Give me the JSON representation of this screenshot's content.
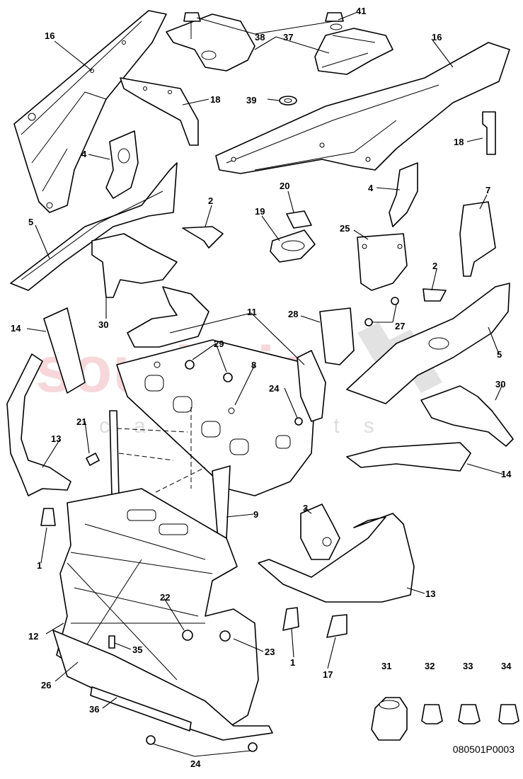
{
  "watermark": {
    "brand": "souderia",
    "sub": "car parts",
    "brand_color": "#e0717c"
  },
  "drawing_code": "080501P0003",
  "callouts": [
    "16",
    "38",
    "41",
    "37",
    "16",
    "18",
    "39",
    "18",
    "4",
    "20",
    "7",
    "2",
    "19",
    "25",
    "4",
    "5",
    "2",
    "30",
    "28",
    "27",
    "11",
    "14",
    "5",
    "29",
    "8",
    "30",
    "24",
    "21",
    "13",
    "14",
    "9",
    "3",
    "1",
    "13",
    "12",
    "22",
    "35",
    "23",
    "1",
    "17",
    "31",
    "32",
    "33",
    "34",
    "26",
    "36",
    "24"
  ]
}
